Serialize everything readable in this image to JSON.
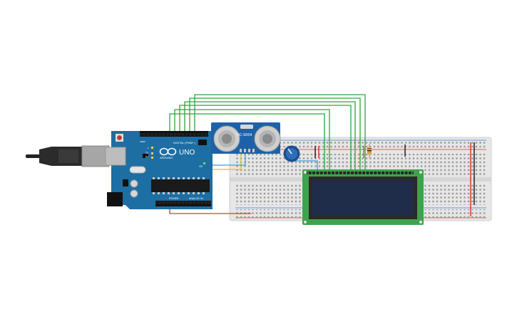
{
  "arduino": {
    "brand": "ARDUINO",
    "model": "UNO",
    "digital_label": "DIGITAL (PWM~)",
    "power_label": "POWER",
    "analog_label": "ANALOG IN",
    "tx_label": "TX",
    "rx_label": "RX",
    "l_label": "L",
    "on_label": "ON",
    "aref_label": "AREF"
  },
  "sensor": {
    "label": "HC-SR04"
  },
  "colors": {
    "board": "#1d6ea3",
    "breadboard": "#e6e6e6",
    "lcd_pcb": "#3fa34d",
    "lcd_screen": "#1f2d4a",
    "wire_green": "#2aa63a",
    "wire_red": "#d83a2a",
    "wire_yellow": "#e0c21a",
    "wire_blue": "#3aa0d8",
    "wire_black": "#222222"
  }
}
